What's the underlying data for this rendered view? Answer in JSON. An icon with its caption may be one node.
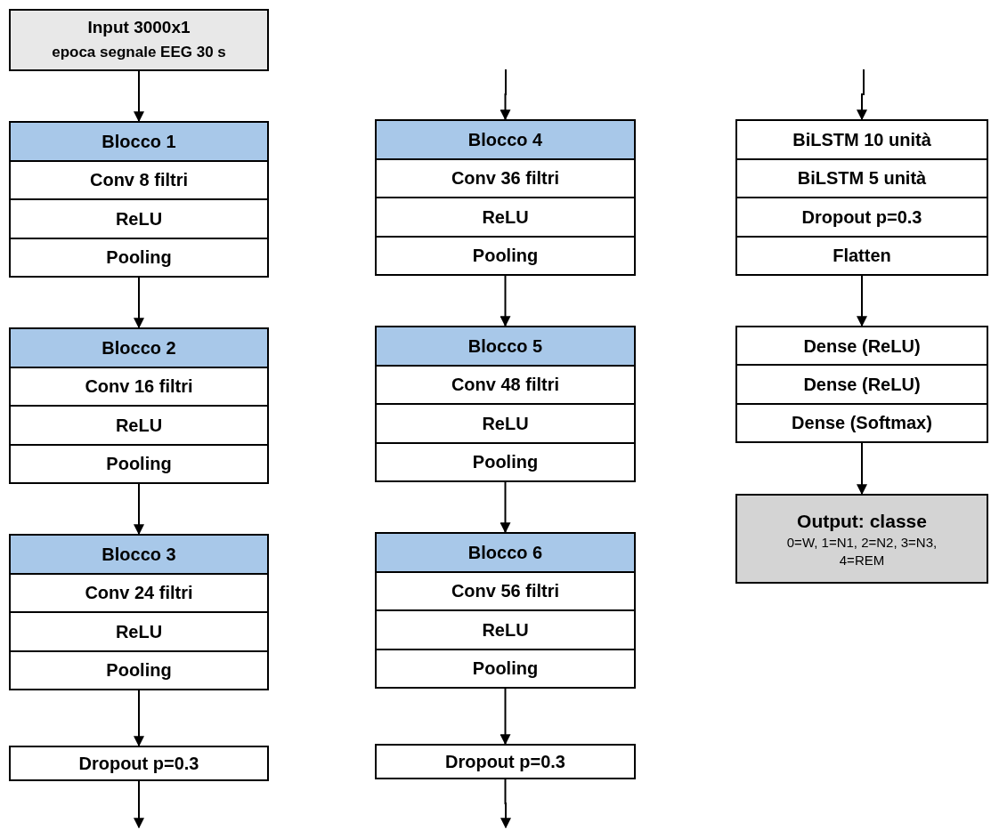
{
  "diagram": {
    "nodes": [
      {
        "text": [
          "Input 3000x1",
          "epoca segnale EEG 30 s"
        ]
      },
      {
        "text": [
          "Blocco 1",
          "Conv 8 filtri",
          "ReLU",
          "Pooling"
        ]
      },
      {
        "text": [
          "Blocco 2",
          "Conv 16 filtri",
          "ReLU",
          "Pooling"
        ]
      },
      {
        "text": [
          "Blocco 3",
          "Conv 24 filtri",
          "ReLU",
          "Pooling"
        ]
      },
      {
        "text": [
          "Dropout p=0.3"
        ]
      },
      {
        "text": [
          "Blocco 4",
          "Conv 36 filtri",
          "ReLU",
          "Pooling"
        ]
      },
      {
        "text": [
          "Blocco 5",
          "Conv 48 filtri",
          "ReLU",
          "Pooling"
        ]
      },
      {
        "text": [
          "Blocco 6",
          "Conv 56 filtri",
          "ReLU",
          "Pooling"
        ]
      },
      {
        "text": [
          "Dropout p=0.3"
        ]
      },
      {
        "text": [
          "BiLSTM 10 unità",
          "BiLSTM 5 unità",
          "Dropout p=0.3",
          "Flatten"
        ]
      },
      {
        "text": [
          "Dense (ReLU)",
          "Dense (ReLU)",
          "Dense (Softmax)"
        ]
      },
      {
        "text": [
          "Output: classe",
          "0=W, 1=N1, 2=N2, 3=N3, 4=REM"
        ]
      }
    ],
    "edges": [
      {
        "from": 0,
        "to": 1,
        "arrow": "to"
      },
      {
        "from": 1,
        "to": 2,
        "arrow": "to"
      },
      {
        "from": 2,
        "to": 3,
        "arrow": "to"
      },
      {
        "from": 3,
        "to": 4,
        "arrow": "to"
      },
      {
        "from": 4,
        "to": null,
        "arrow": "to"
      },
      {
        "from": null,
        "to": 5,
        "arrow": "to"
      },
      {
        "from": 5,
        "to": 6,
        "arrow": "to"
      },
      {
        "from": 6,
        "to": 7,
        "arrow": "to"
      },
      {
        "from": 7,
        "to": 8,
        "arrow": "to"
      },
      {
        "from": 8,
        "to": null,
        "arrow": "to"
      },
      {
        "from": null,
        "to": 9,
        "arrow": "to"
      },
      {
        "from": 9,
        "to": 10,
        "arrow": "to"
      },
      {
        "from": 10,
        "to": 11,
        "arrow": "to"
      }
    ]
  }
}
